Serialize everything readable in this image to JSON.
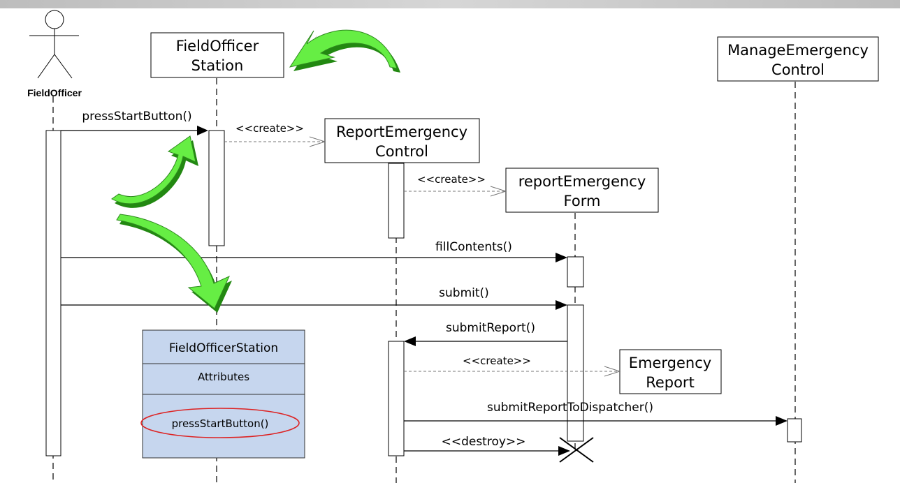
{
  "actor": {
    "name": "FieldOfficer"
  },
  "objects": {
    "field_officer_station": {
      "line1": "FieldOfficer",
      "line2": "Station"
    },
    "report_emergency_control": {
      "line1": "ReportEmergency",
      "line2": "Control"
    },
    "report_emergency_form": {
      "line1": "reportEmergency",
      "line2": "Form"
    },
    "emergency_report": {
      "line1": "Emergency",
      "line2": "Report"
    },
    "manage_emergency_control": {
      "line1": "ManageEmergency",
      "line2": "Control"
    }
  },
  "messages": {
    "press_start_button": "pressStartButton()",
    "create_control": "<<create>>",
    "create_form": "<<create>>",
    "fill_contents": "fillContents()",
    "submit": "submit()",
    "submit_report": "submitReport()",
    "create_report": "<<create>>",
    "submit_to_dispatcher": "submitReportToDispatcher()",
    "destroy": "<<destroy>>"
  },
  "class_box": {
    "name": "FieldOfficerStation",
    "attributes_label": "Attributes",
    "operation": "pressStartButton()"
  },
  "colors": {
    "arrow_green": "#66ee44",
    "arrow_dark": "#228811",
    "class_fill": "#c6d6ee",
    "highlight_red": "#dd2222",
    "top_bar": "#cfcfcf"
  }
}
